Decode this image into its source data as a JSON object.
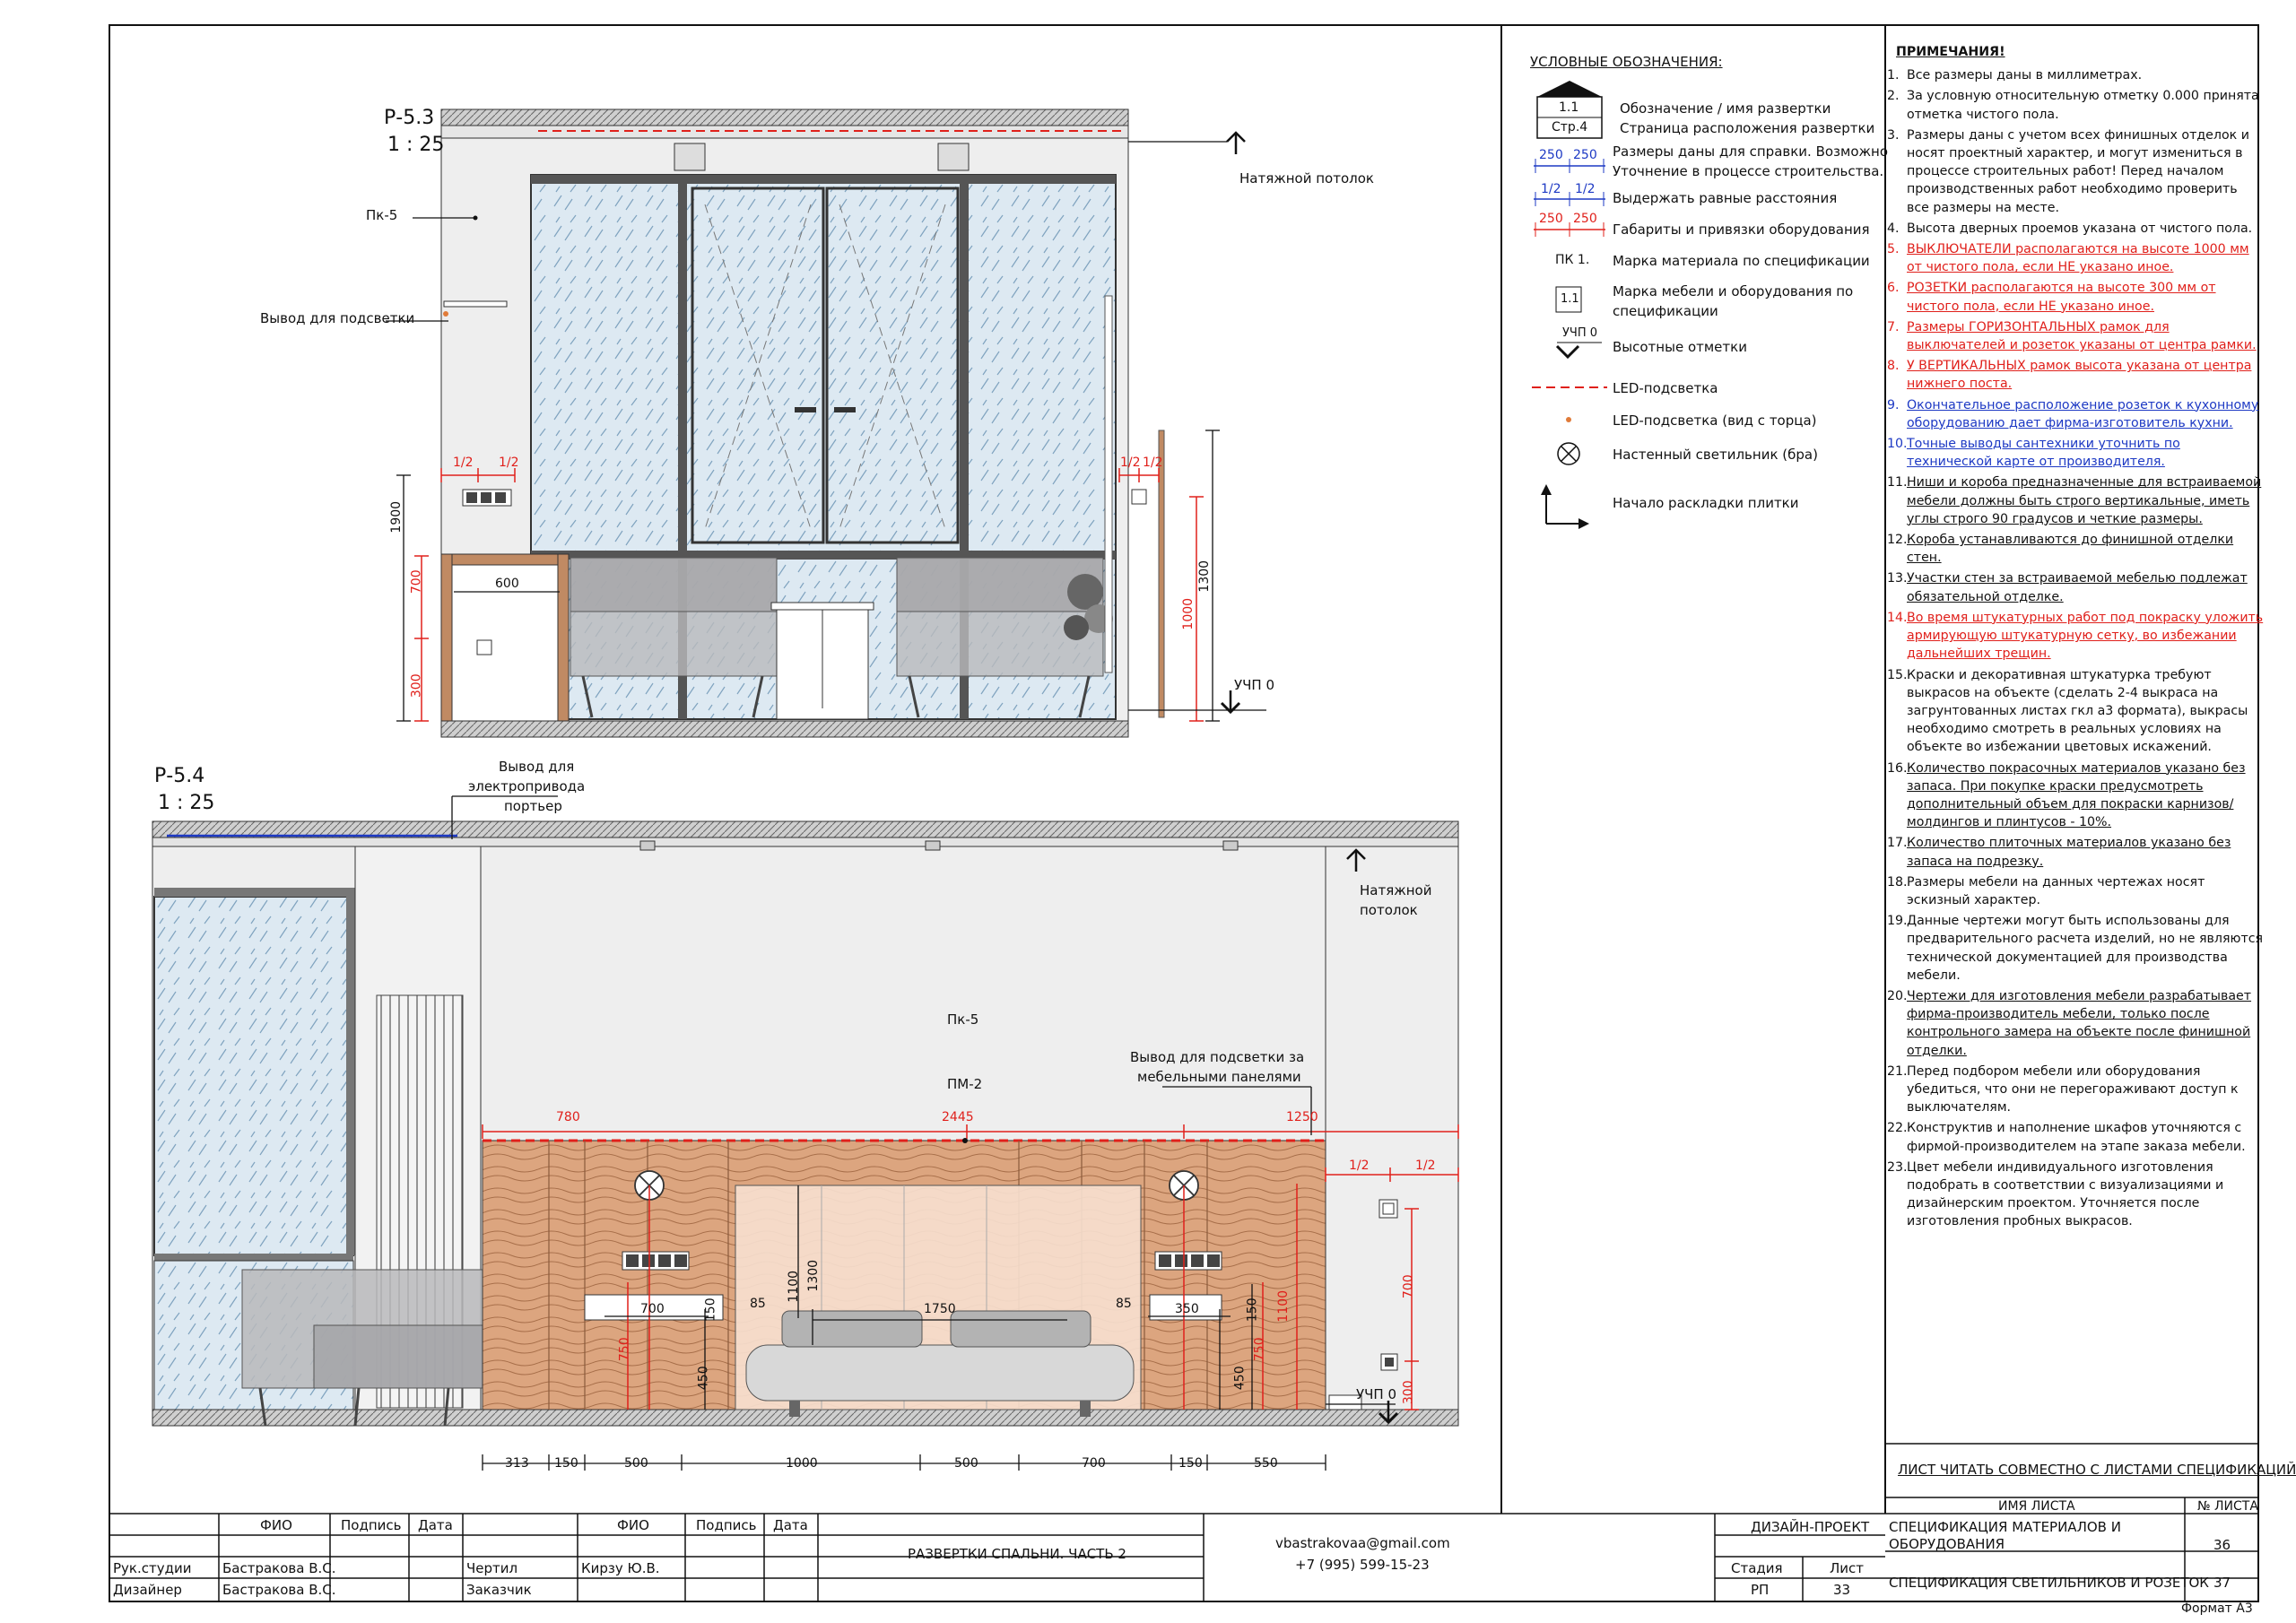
{
  "elevation_top": {
    "code": "Р-5.3",
    "scale": "1 : 25"
  },
  "elevation_bottom": {
    "code": "Р-5.4",
    "scale": "1 : 25"
  },
  "labels": {
    "pk5_top": "Пк-5",
    "backlight_out": "Вывод для подсветки",
    "ceiling_top": "Натяжной потолок",
    "ucp0": "УЧП 0",
    "drive_out_1": "Вывод для",
    "drive_out_2": "электропривода",
    "drive_out_3": "портьер",
    "ceiling_bottom_1": "Натяжной",
    "ceiling_bottom_2": "потолок",
    "pk5_bottom": "Пк-5",
    "pm2": "ПМ-2",
    "panel_backlight_1": "Вывод для подсветки за",
    "panel_backlight_2": "мебельными панелями"
  },
  "dims_top": {
    "half1": "1/2",
    "half2": "1/2",
    "half3": "1/2",
    "half4": "1/2",
    "h1900": "1900",
    "h700": "700",
    "h300": "300",
    "w600": "600",
    "h1000": "1000",
    "h1300": "1300"
  },
  "dims_bottom": {
    "w780": "780",
    "w2445": "2445",
    "w1250": "1250",
    "half_a": "1/2",
    "half_b": "1/2",
    "w700a": "700",
    "w150a": "150",
    "w85a": "85",
    "w1100a": "1100",
    "w1300": "1300",
    "w1750": "1750",
    "w85b": "85",
    "w350": "350",
    "w150b": "150",
    "w1100b": "1100",
    "h750a": "750",
    "h450a": "450",
    "h750b": "750",
    "h450b": "450",
    "h700r": "700",
    "h300r": "300",
    "bottom": [
      "313",
      "150",
      "500",
      "1000",
      "500",
      "700",
      "150",
      "550"
    ]
  },
  "legend": {
    "title": "УСЛОВНЫЕ ОБОЗНАЧЕНИЯ:",
    "tag_top": "1.1",
    "tag_bottom": "Стр.4",
    "items": [
      {
        "label": "Обозначение / имя развертки",
        "label2": "Страница расположения развертки"
      },
      {
        "sym1": "250",
        "sym2": "250",
        "label": "Размеры даны для справки. Возможно",
        "label2": "Уточнение в процессе строительства."
      },
      {
        "sym1": "1/2",
        "sym2": "1/2",
        "label": "Выдержать равные расстояния"
      },
      {
        "sym1": "250",
        "sym2": "250",
        "label": "Габариты и привязки оборудования"
      },
      {
        "sym1": "ПК 1.",
        "label": "Марка материала по спецификации"
      },
      {
        "sym1": "1.1",
        "label": "Марка мебели и оборудования по",
        "label2": "спецификации"
      },
      {
        "sym1": "УЧП 0",
        "label": "Высотные отметки"
      },
      {
        "label": "LED-подсветка"
      },
      {
        "label": "LED-подсветка (вид с торца)"
      },
      {
        "label": "Настенный светильник (бра)"
      },
      {
        "label": "Начало раскладки плитки"
      }
    ]
  },
  "notes": {
    "title": "ПРИМЕЧАНИЯ!",
    "items": [
      {
        "n": "1.",
        "t": "Все размеры даны в миллиметрах.",
        "style": "plain"
      },
      {
        "n": "2.",
        "t": "За условную относительную отметку 0.000 принята отметка чистого пола.",
        "style": "plain"
      },
      {
        "n": "3.",
        "t": "Размеры даны с учетом всех финишных отделок и носят проектный характер, и могут измениться в процессе строительных работ! Перед началом производственных работ необходимо проверить все размеры на месте.",
        "style": "plain"
      },
      {
        "n": "4.",
        "t": "Высота дверных проемов указана от чистого пола.",
        "style": "plain"
      },
      {
        "n": "5.",
        "t": "ВЫКЛЮЧАТЕЛИ располагаются на высоте 1000 мм от чистого пола, если НЕ указано иное.",
        "style": "red"
      },
      {
        "n": "6.",
        "t": "РОЗЕТКИ располагаются на высоте 300 мм от чистого пола, если НЕ указано иное.",
        "style": "red"
      },
      {
        "n": "7.",
        "t": "Размеры ГОРИЗОНТАЛЬНЫХ рамок для выключателей и розеток указаны от центра рамки.",
        "style": "red"
      },
      {
        "n": "8.",
        "t": "У ВЕРТИКАЛЬНЫХ рамок высота указана от центра нижнего поста.",
        "style": "red"
      },
      {
        "n": "9.",
        "t": "Окончательное расположение розеток к кухонному оборудованию дает фирма-изготовитель кухни.",
        "style": "blue"
      },
      {
        "n": "10.",
        "t": "Точные выводы сантехники уточнить по технической карте от производителя.",
        "style": "blue"
      },
      {
        "n": "11.",
        "t": "Ниши и короба предназначенные для встраиваемой мебели должны быть строго вертикальные, иметь углы строго 90 градусов и четкие размеры.",
        "style": "ul"
      },
      {
        "n": "12.",
        "t": "Короба устанавливаются до финишной отделки стен.",
        "style": "ul"
      },
      {
        "n": "13.",
        "t": "Участки стен за встраиваемой мебелью подлежат обязательной отделке.",
        "style": "ul"
      },
      {
        "n": "14.",
        "t": "Во время штукатурных работ под покраску уложить армирующую штукатурную сетку, во избежании дальнейших трещин.",
        "style": "red"
      },
      {
        "n": "15.",
        "t": "Краски и декоративная штукатурка требуют выкрасов на объекте (сделать 2-4 выкраса на загрунтованных листах гкл а3 формата), выкрасы необходимо смотреть в реальных условиях на объекте во избежании цветовых искажений.",
        "style": "plain"
      },
      {
        "n": "16.",
        "t": "Количество покрасочных материалов указано без запаса. При покупке краски предусмотреть дополнительный объем для покраски карнизов/молдингов и плинтусов - 10%.",
        "style": "ul"
      },
      {
        "n": "17.",
        "t": "Количество плиточных материалов указано без запаса на подрезку.",
        "style": "ul"
      },
      {
        "n": "18.",
        "t": "Размеры мебели на данных чертежах носят эскизный характер.",
        "style": "plain"
      },
      {
        "n": "19.",
        "t": "Данные чертежи могут быть использованы для предварительного расчета изделий, но не являются технической документацией для производства мебели.",
        "style": "plain"
      },
      {
        "n": "20.",
        "t": "Чертежи для изготовления мебели разрабатывает фирма-производитель мебели, только после контрольного замера на объекте после финишной отделки.",
        "style": "ul"
      },
      {
        "n": "21.",
        "t": "Перед подбором мебели или оборудования убедиться, что они не перегораживают доступ к выключателям.",
        "style": "plain"
      },
      {
        "n": "22.",
        "t": "Конструктив и наполнение шкафов уточняются с фирмой-производителем на этапе заказа мебели.",
        "style": "plain"
      },
      {
        "n": "23.",
        "t": "Цвет мебели индивидуального изготовления подобрать в соответствии с визуализациями и дизайнерским проектом. Уточняется после изготовления пробных выкрасов.",
        "style": "plain"
      }
    ]
  },
  "sheet_refs": {
    "header": "ЛИСТ ЧИТАТЬ СОВМЕСТНО С ЛИСТАМИ СПЕЦИФИКАЦИЙ",
    "col_name": "ИМЯ ЛИСТА",
    "col_num": "№ ЛИСТА",
    "rows": [
      {
        "name": "СПЕЦИФИКАЦИЯ МАТЕРИАЛОВ И ОБОРУДОВАНИЯ",
        "num": "36"
      },
      {
        "name": "СПЕЦИФИКАЦИЯ СВЕТИЛЬНИКОВ И РОЗЕТОК",
        "num": "37"
      }
    ]
  },
  "title_block": {
    "h_fio": "ФИО",
    "h_sign": "Подпись",
    "h_date": "Дата",
    "r1_role": "Рук.студии",
    "r1_name": "Бастракова В.С.",
    "r2_role": "Дизайнер",
    "r2_name": "Бастракова В.С.",
    "r3_role": "Чертил",
    "r3_name": "Кирзу Ю.В.",
    "r4_role": "Заказчик",
    "sheet_title": "РАЗВЕРТКИ СПАЛЬНИ. ЧАСТЬ 2",
    "email": "vbastrakovaa@gmail.com",
    "phone": "+7 (995) 599-15-23",
    "project": "ДИЗАЙН-ПРОЕКТ",
    "stage_h": "Стадия",
    "sheet_h": "Лист",
    "stage": "РП",
    "sheet_no": "33"
  },
  "format": "Формат А3",
  "colors": {
    "red": "#e0201b",
    "blue": "#1d39c4",
    "wood": "#d9a37d",
    "glass": "#dce9f2"
  }
}
